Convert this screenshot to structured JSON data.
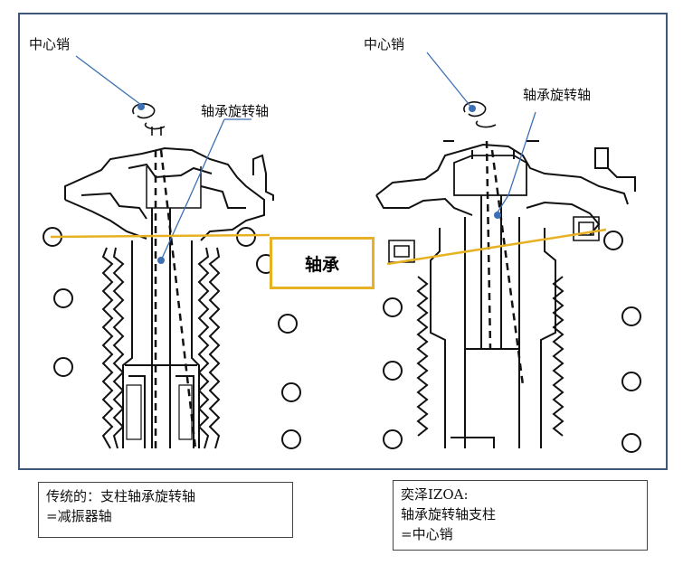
{
  "left_diagram": {
    "kingpin_label": "中心销",
    "bearing_axis_label": "轴承旋转轴"
  },
  "right_diagram": {
    "kingpin_label": "中心销",
    "bearing_axis_label": "轴承旋转轴"
  },
  "callout": {
    "label": "轴承"
  },
  "captions": {
    "left": {
      "line1": "传统的：支柱轴承旋转轴",
      "line2": "=减振器轴"
    },
    "right": {
      "line1": "奕泽IZOA:",
      "line2": "轴承旋转轴支柱",
      "line3": "=中心销"
    }
  },
  "colors": {
    "frame": "#3e5778",
    "accent": "#e6b123",
    "marker": "#3c6fb3"
  }
}
